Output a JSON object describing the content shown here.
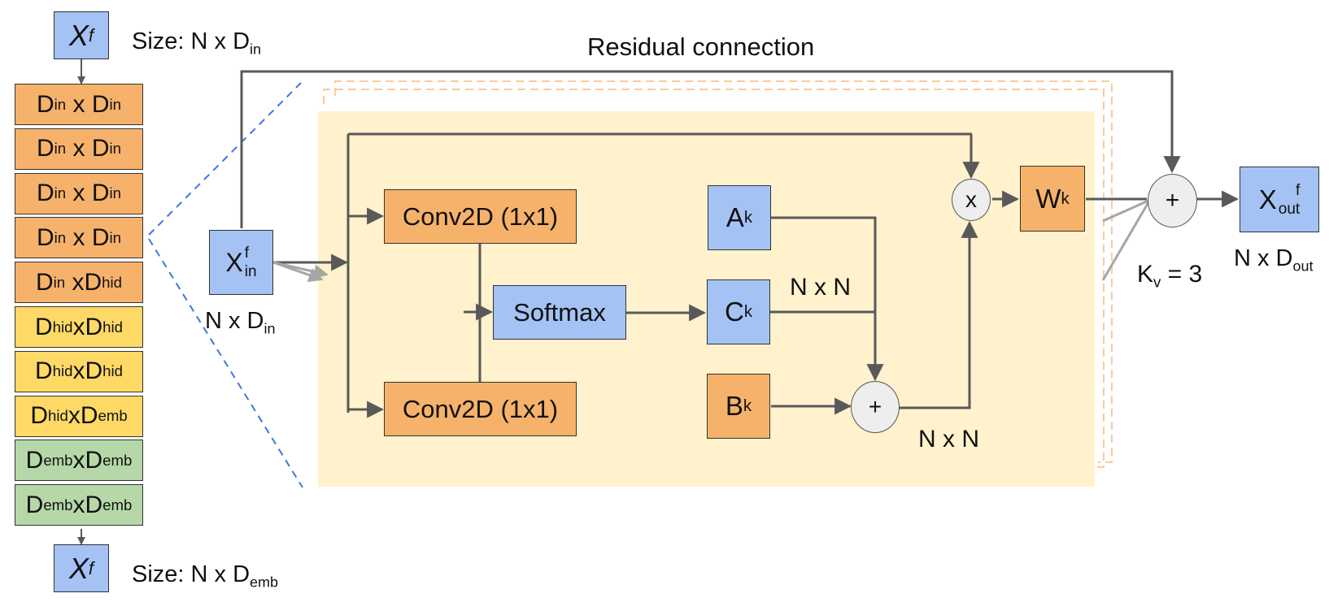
{
  "left_stack": {
    "input_symbol": "X",
    "input_sup": "f",
    "input_size_prefix": "Size: N x D",
    "input_size_sub": "in",
    "layers": [
      {
        "a": "D",
        "a_sub": "in",
        "op": " x ",
        "b": "D",
        "b_sub": "in",
        "color": "orange"
      },
      {
        "a": "D",
        "a_sub": "in",
        "op": " x ",
        "b": "D",
        "b_sub": "in",
        "color": "orange"
      },
      {
        "a": "D",
        "a_sub": "in",
        "op": " x ",
        "b": "D",
        "b_sub": "in",
        "color": "orange"
      },
      {
        "a": "D",
        "a_sub": "in",
        "op": " x ",
        "b": "D",
        "b_sub": "in",
        "color": "orange"
      },
      {
        "a": "D",
        "a_sub": "in",
        "op": " x",
        "b": "D",
        "b_sub": "hid",
        "color": "orange"
      },
      {
        "a": "D",
        "a_sub": "hid",
        "op": "x",
        "b": "D",
        "b_sub": "hid",
        "color": "yellow"
      },
      {
        "a": "D",
        "a_sub": "hid",
        "op": "x",
        "b": "D",
        "b_sub": "hid",
        "color": "yellow"
      },
      {
        "a": "D",
        "a_sub": "hid",
        "op": "x",
        "b": "D",
        "b_sub": "emb",
        "color": "yellow"
      },
      {
        "a": "D",
        "a_sub": "emb",
        "op": "x",
        "b": "D",
        "b_sub": "emb",
        "color": "green"
      },
      {
        "a": "D",
        "a_sub": "emb",
        "op": "x",
        "b": "D",
        "b_sub": "emb",
        "color": "green"
      }
    ],
    "output_symbol": "X",
    "output_sup": "f",
    "output_size_prefix": "Size: N x D",
    "output_size_sub": "emb"
  },
  "residual_label": "Residual connection",
  "x_in": {
    "symbol": "X",
    "sub": "in",
    "sup": "f",
    "size_prefix": "N x D",
    "size_sub": "in"
  },
  "conv_top": "Conv2D (1x1)",
  "conv_bottom": "Conv2D (1x1)",
  "softmax": "Softmax",
  "a_k": {
    "symbol": "A",
    "sub": "k"
  },
  "c_k": {
    "symbol": "C",
    "sub": "k"
  },
  "b_k": {
    "symbol": "B",
    "sub": "k"
  },
  "w_k": {
    "symbol": "W",
    "sub": "k"
  },
  "nxn_top": "N x N",
  "nxn_bottom": "N x N",
  "plus_inner": "+",
  "mult": "x",
  "plus_outer": "+",
  "kv": {
    "symbol": "K",
    "sub": "v",
    "rest": " = 3"
  },
  "x_out": {
    "symbol": "X",
    "sub": "out",
    "sup": "f",
    "size_prefix": "N x D",
    "size_sub": "out"
  },
  "colors": {
    "orange": "#f6b26b",
    "blue": "#a4c2f4",
    "yellow": "#ffd966",
    "green": "#b6d7a8",
    "panel": "#fff2cc",
    "dashed_blue": "#3c78d8",
    "arrow": "#595959",
    "arrow_light": "#a6a6a6"
  }
}
